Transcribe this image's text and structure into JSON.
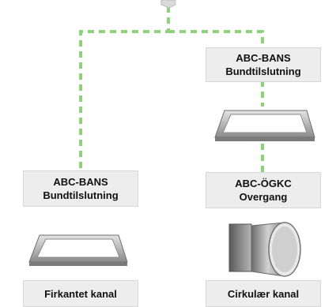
{
  "boxes": {
    "top_right": {
      "line1": "ABC-BANS",
      "line2": "Bundtilslutning"
    },
    "left": {
      "line1": "ABC-BANS",
      "line2": "Bundtilslutning"
    },
    "right_mid": {
      "line1": "ABC-ÖGKC",
      "line2": "Overgang"
    }
  },
  "labels": {
    "left_bottom": "Firkantet kanal",
    "right_bottom": "Cirkulær kanal"
  },
  "colors": {
    "connector": "#8ed37a",
    "box_fill": "#ededed"
  },
  "icons": {
    "frame": "square-duct-frame-icon",
    "transition": "square-to-round-transition-icon"
  }
}
